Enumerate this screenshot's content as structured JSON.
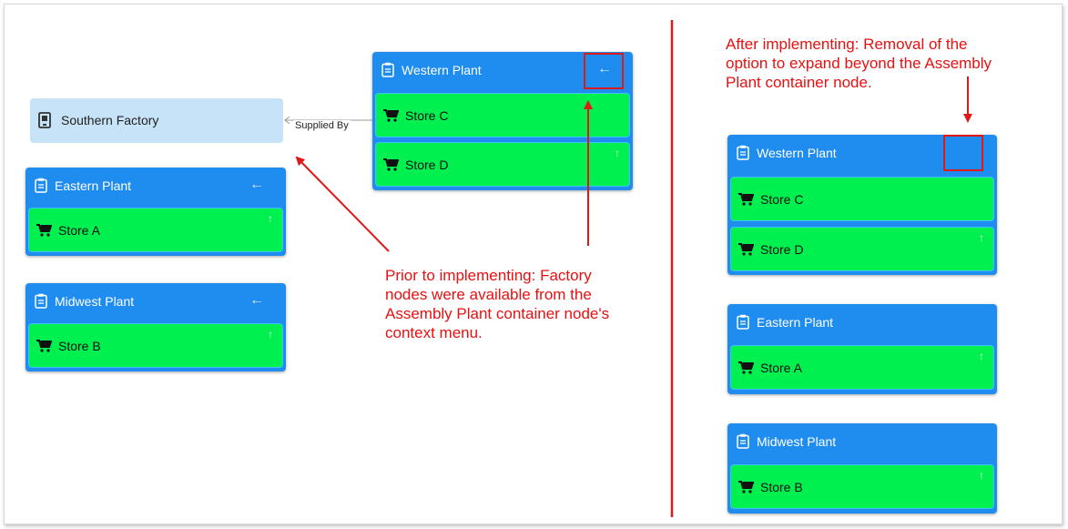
{
  "left": {
    "factory": {
      "label": "Southern Factory"
    },
    "edge_label": "Supplied By",
    "western": {
      "title": "Western Plant",
      "stores": [
        "Store C",
        "Store D"
      ]
    },
    "eastern": {
      "title": "Eastern Plant",
      "stores": [
        "Store A"
      ]
    },
    "midwest": {
      "title": "Midwest Plant",
      "stores": [
        "Store B"
      ]
    },
    "annotation": [
      "Prior to implementing: Factory",
      "nodes were available from the",
      "Assembly Plant container node's",
      "context menu."
    ]
  },
  "right": {
    "annotation": [
      "After implementing: Removal of the",
      "option to expand beyond the Assembly",
      "Plant container node."
    ],
    "western": {
      "title": "Western Plant",
      "stores": [
        "Store C",
        "Store D"
      ]
    },
    "eastern": {
      "title": "Eastern Plant",
      "stores": [
        "Store A"
      ]
    },
    "midwest": {
      "title": "Midwest Plant",
      "stores": [
        "Store B"
      ]
    }
  },
  "glyphs": {
    "back_arrow": "←",
    "up_arrow": "↑"
  },
  "colors": {
    "plant_blue": "#1f8cf0",
    "store_green": "#00f050",
    "factory_fill": "#c7e3f8",
    "annotation_red": "#e81010"
  }
}
